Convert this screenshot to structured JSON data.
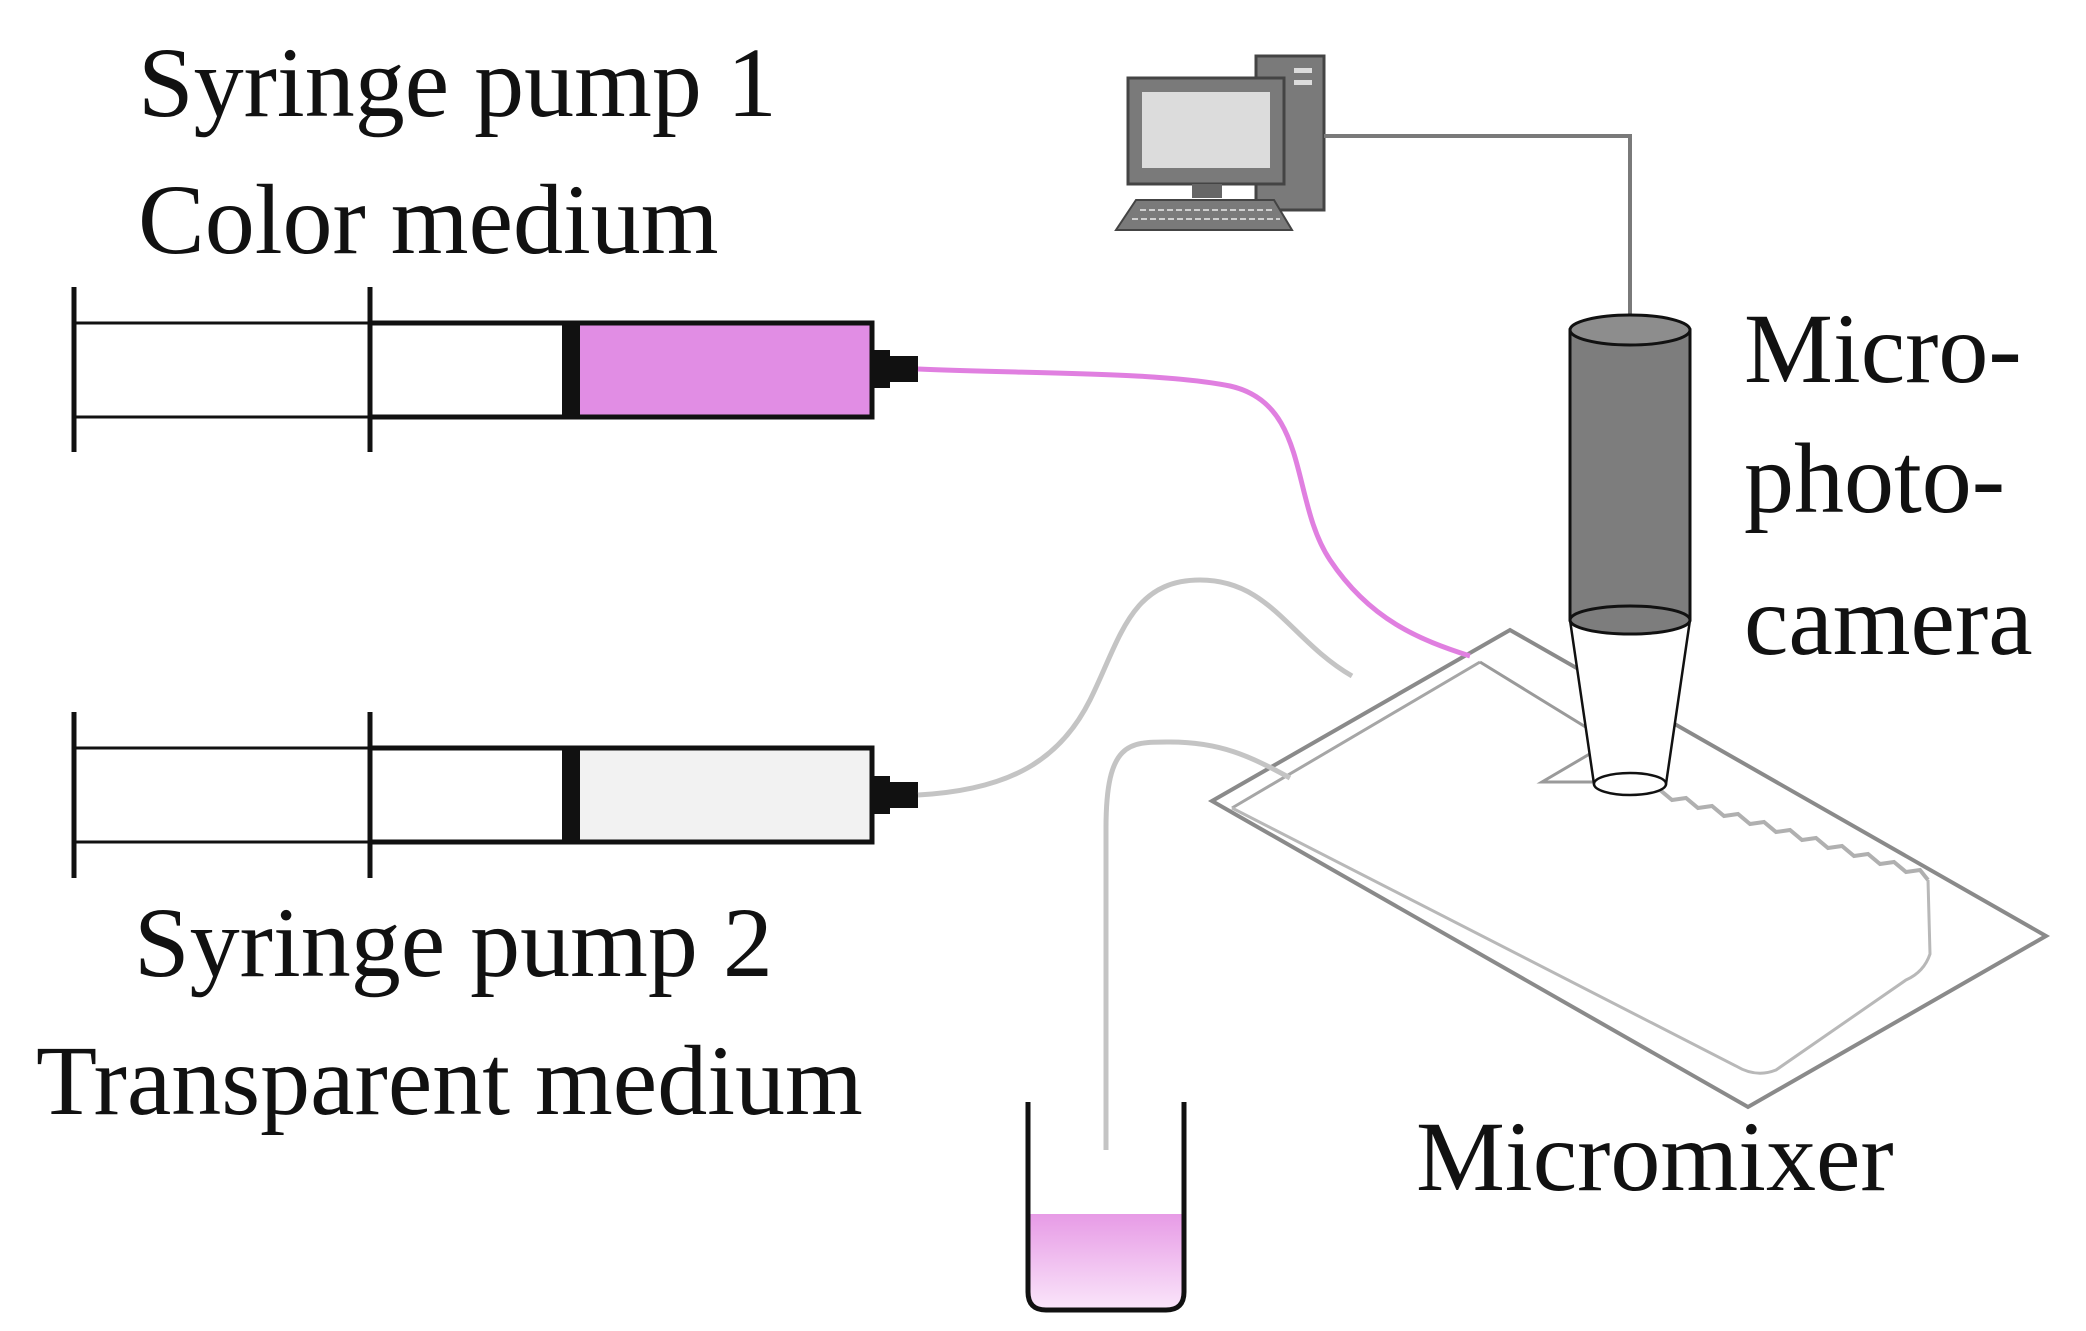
{
  "labels": {
    "pump1_line1": "Syringe pump 1",
    "pump1_line2": "Color medium",
    "pump2_line1": "Syringe pump 2",
    "pump2_line2": "Transparent medium",
    "camera_line1": "Micro-",
    "camera_line2": "photo-",
    "camera_line3": "camera",
    "micromixer": "Micromixer"
  },
  "colors": {
    "color_medium": "#e18de4",
    "transparent_medium": "#f2f2f2",
    "tube_color": "#e07fe0",
    "tube_transparent": "#c4c4c4",
    "computer": "#7a7a7a",
    "camera_body": "#7d7d7d",
    "collected_liquid": "#e9a6e7"
  },
  "icons": {
    "computer": "desktop-computer-icon",
    "camera": "microscope-camera-icon",
    "beaker": "collection-beaker-icon"
  }
}
